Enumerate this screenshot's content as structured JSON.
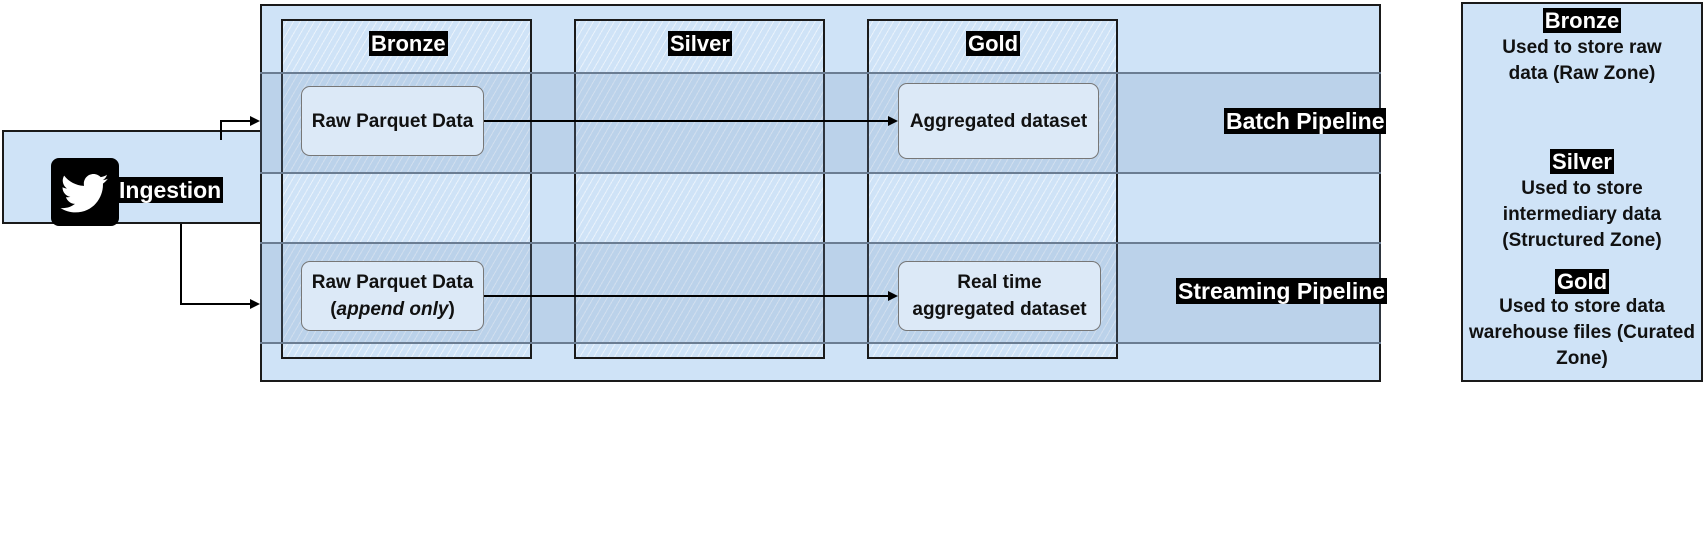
{
  "ingestion": {
    "label": "Ingestion",
    "icon": "twitter-bird-icon"
  },
  "zones": {
    "bronze": "Bronze",
    "silver": "Silver",
    "gold": "Gold"
  },
  "pipelines": {
    "batch": {
      "label": "Batch Pipeline",
      "source": "Raw Parquet Data",
      "target": "Aggregated dataset"
    },
    "streaming": {
      "label": "Streaming Pipeline",
      "source_line1": "Raw Parquet Data",
      "source_prefix": "(",
      "source_emph": "append only",
      "source_suffix": ")",
      "target_line1": "Real time",
      "target_line2": "aggregated dataset"
    }
  },
  "legend": {
    "bronze": {
      "title": "Bronze",
      "desc": "Used to store raw data (Raw Zone)"
    },
    "silver": {
      "title": "Silver",
      "desc": "Used to store intermediary data (Structured Zone)"
    },
    "gold": {
      "title": "Gold",
      "desc": "Used to store data warehouse files (Curated Zone)"
    }
  },
  "colors": {
    "fill": "#cfe3f7",
    "node_fill": "#dce9f7",
    "stroke": "#1a1a1a",
    "label_bg": "#000000"
  }
}
